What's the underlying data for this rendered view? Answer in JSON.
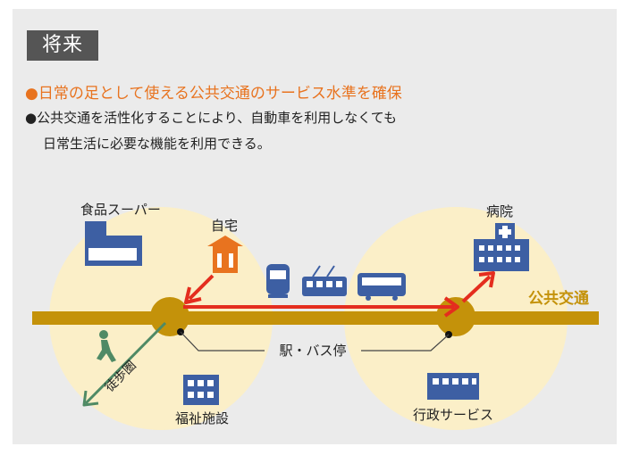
{
  "tag": "将来",
  "headline": "●日常の足として使える公共交通のサービス水準を確保",
  "body": {
    "line1": "●公共交通を活性化することにより、自動車を利用しなくても",
    "line2": "日常生活に必要な機能を利用できる。"
  },
  "diagram": {
    "grocery": "食品スーパー",
    "home": "自宅",
    "hospital": "病院",
    "transit_line": "公共交通",
    "station": "駅・バス停",
    "walking_area": "徒歩圏",
    "welfare": "福祉施設",
    "admin": "行政サービス"
  },
  "colors": {
    "headline": "#e8731f",
    "line": "#c4920a",
    "circle": "#fbefc8",
    "arrow": "#e42d1e",
    "building": "#3d5fa3",
    "walk": "#4f8a65"
  }
}
